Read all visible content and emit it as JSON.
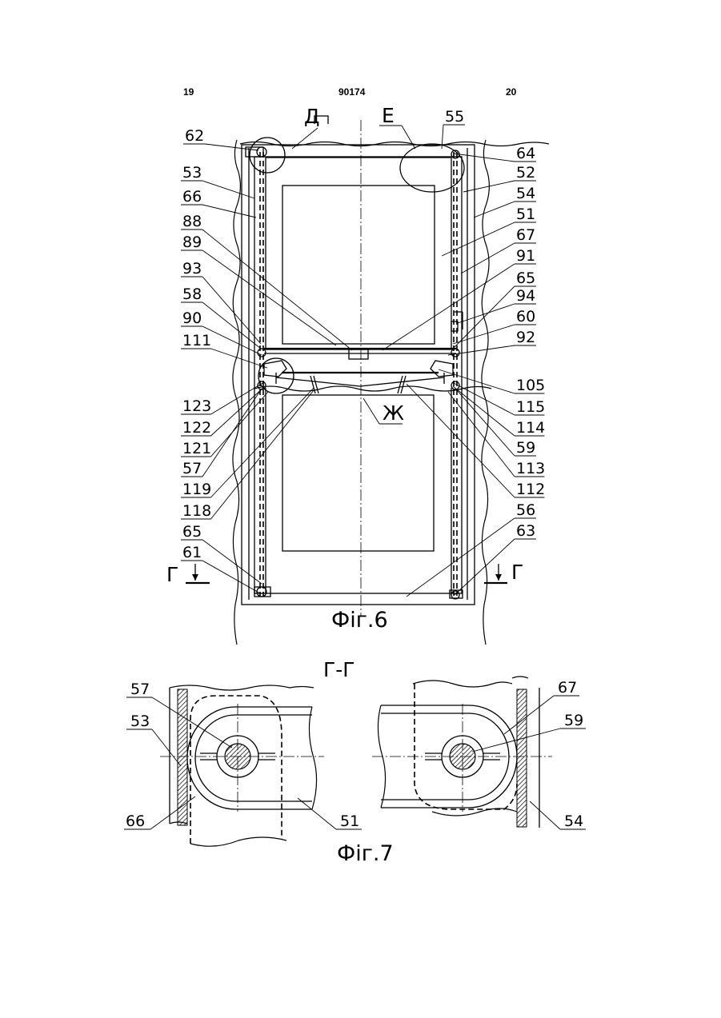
{
  "header": {
    "page_left": "19",
    "patent_number": "90174",
    "page_right": "20"
  },
  "fig6": {
    "caption": "Фіг.6",
    "view_labels": {
      "d": "Д",
      "e": "Е",
      "zh": "Ж",
      "g_left": "Г",
      "g_right": "Г"
    },
    "left_labels": [
      "62",
      "53",
      "66",
      "88",
      "89",
      "93",
      "58",
      "90",
      "111",
      "123",
      "122",
      "121",
      "57",
      "119",
      "118",
      "65",
      "61"
    ],
    "right_labels": [
      "55",
      "64",
      "52",
      "54",
      "51",
      "67",
      "91",
      "65",
      "94",
      "60",
      "92",
      "105",
      "115",
      "114",
      "59",
      "113",
      "112",
      "56",
      "63"
    ]
  },
  "fig7": {
    "caption": "Фіг.7",
    "section_title": "Г-Г",
    "labels": {
      "l57": "57",
      "l53": "53",
      "l66": "66",
      "l51": "51",
      "r67": "67",
      "r59": "59",
      "r54": "54"
    }
  },
  "hatch": "hatch-pattern"
}
